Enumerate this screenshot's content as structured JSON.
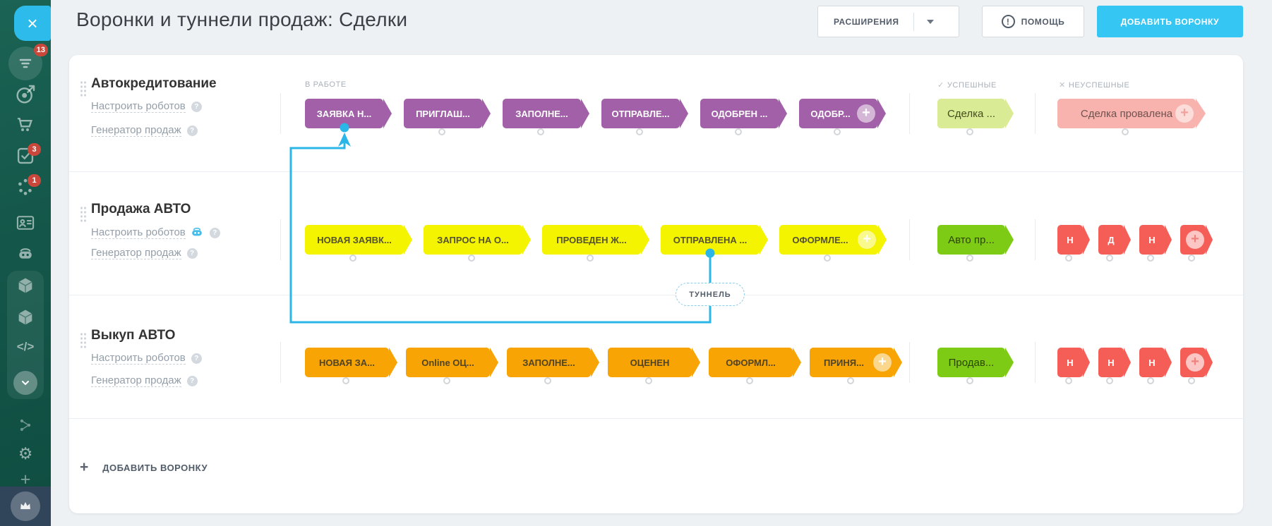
{
  "page": {
    "title": "Воронки и туннели продаж: Сделки"
  },
  "header": {
    "extensions_label": "РАСШИРЕНИЯ",
    "help_label": "ПОМОЩЬ",
    "add_funnel_label": "ДОБАВИТЬ ВОРОНКУ"
  },
  "sidebar": {
    "icons": [
      "close",
      "live-feed",
      "target",
      "cart",
      "tasks",
      "crm-network",
      "contacts",
      "robot",
      "market-cube",
      "market-cube-2",
      "developer-code",
      "more-chevron",
      "automation-nodes",
      "settings-gear",
      "add-plus",
      "subscription-crown"
    ],
    "badges": {
      "live_feed": "13",
      "tasks": "3",
      "crm": "1"
    }
  },
  "columns": {
    "in_progress": "В РАБОТЕ",
    "success": "УСПЕШНЫЕ",
    "fail": "НЕУСПЕШНЫЕ",
    "success_icon": "✓",
    "fail_icon": "✕"
  },
  "funnels": [
    {
      "name": "Автокредитование",
      "robots_link": "Настроить роботов",
      "generator_link": "Генератор продаж",
      "stages": [
        "ЗАЯВКА Н...",
        "ПРИГЛАШ...",
        "ЗАПОЛНЕ...",
        "ОТПРАВЛЕ...",
        "ОДОБРЕН ...",
        "ОДОБР..."
      ],
      "success_stage": "Сделка ...",
      "fail_stage": "Сделка провалена"
    },
    {
      "name": "Продажа АВТО",
      "robots_link": "Настроить роботов",
      "generator_link": "Генератор продаж",
      "has_robot_icon": true,
      "stages": [
        "НОВАЯ ЗАЯВК...",
        "ЗАПРОС НА О...",
        "ПРОВЕДЕН Ж...",
        "ОТПРАВЛЕНА ...",
        "ОФОРМЛЕ..."
      ],
      "success_stage": "Авто пр...",
      "fail_stages": [
        "Н",
        "Д",
        "Н"
      ]
    },
    {
      "name": "Выкуп АВТО",
      "robots_link": "Настроить роботов",
      "generator_link": "Генератор продаж",
      "stages": [
        "НОВАЯ ЗА...",
        "Online ОЦ...",
        "ЗАПОЛНЕ...",
        "ОЦЕНЕН",
        "ОФОРМЛ...",
        "ПРИНЯ..."
      ],
      "success_stage": "Продав...",
      "fail_stages": [
        "Н",
        "Н",
        "Н"
      ]
    }
  ],
  "tunnel": {
    "label": "ТУННЕЛЬ"
  },
  "footer": {
    "add_funnel_label": "ДОБАВИТЬ ВОРОНКУ"
  },
  "colors": {
    "stage_purple": "#a160a7",
    "stage_yellow": "#f4f400",
    "stage_orange": "#f7a404",
    "stage_success_light": "#d9eb94",
    "stage_success_bright": "#7ecb16",
    "stage_fail_pink": "#f8b3ae",
    "stage_fail_red": "#f55d57",
    "tunnel_blue": "#2ab7e7",
    "accent_button": "#36c6f4",
    "sidebar_teal": "#14574a",
    "badge_red": "#c9473b"
  }
}
